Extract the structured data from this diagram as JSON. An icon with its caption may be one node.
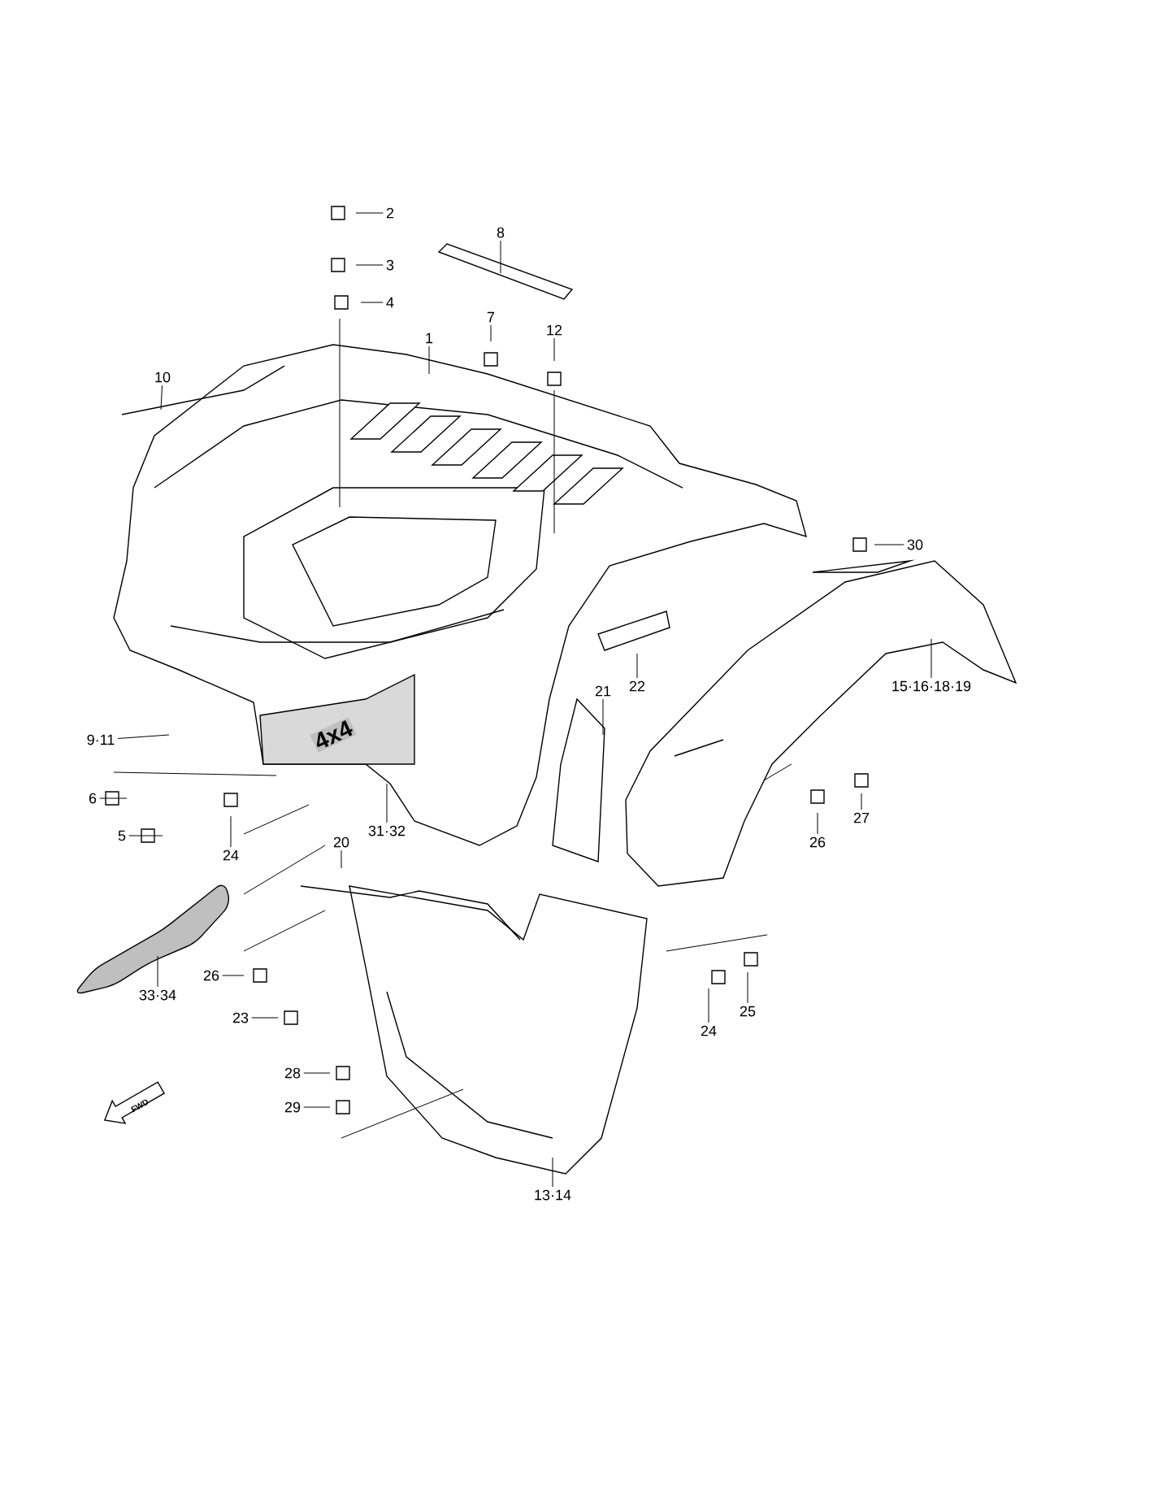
{
  "diagram": {
    "nodes": [
      {
        "text": [
          "2"
        ]
      },
      {
        "text": [
          "3"
        ]
      },
      {
        "text": [
          "4"
        ]
      },
      {
        "text": [
          "8"
        ]
      },
      {
        "text": [
          "7"
        ]
      },
      {
        "text": [
          "12"
        ]
      },
      {
        "text": [
          "1"
        ]
      },
      {
        "text": [
          "10"
        ]
      },
      {
        "text": [
          "30"
        ]
      },
      {
        "text": [
          "22"
        ]
      },
      {
        "text": [
          "21"
        ]
      },
      {
        "text": [
          "15·16·18·19"
        ]
      },
      {
        "text": [
          "9·11"
        ]
      },
      {
        "text": [
          "6"
        ]
      },
      {
        "text": [
          "5"
        ]
      },
      {
        "text": [
          "24"
        ]
      },
      {
        "text": [
          "31·32"
        ]
      },
      {
        "text": [
          "20"
        ]
      },
      {
        "text": [
          "26"
        ]
      },
      {
        "text": [
          "27"
        ]
      },
      {
        "text": [
          "33·34"
        ]
      },
      {
        "text": [
          "26"
        ]
      },
      {
        "text": [
          "23"
        ]
      },
      {
        "text": [
          "24"
        ]
      },
      {
        "text": [
          "25"
        ]
      },
      {
        "text": [
          "28"
        ]
      },
      {
        "text": [
          "29"
        ]
      },
      {
        "text": [
          "13·14"
        ]
      }
    ],
    "edges": [
      {
        "from": 0,
        "to": null,
        "arrow": "none"
      },
      {
        "from": 1,
        "to": null,
        "arrow": "none"
      },
      {
        "from": 2,
        "to": null,
        "arrow": "none"
      },
      {
        "from": 3,
        "to": null,
        "arrow": "none"
      },
      {
        "from": 4,
        "to": null,
        "arrow": "none"
      },
      {
        "from": 5,
        "to": null,
        "arrow": "none"
      },
      {
        "from": 6,
        "to": null,
        "arrow": "none"
      },
      {
        "from": 7,
        "to": null,
        "arrow": "none"
      },
      {
        "from": 8,
        "to": null,
        "arrow": "none"
      },
      {
        "from": 9,
        "to": null,
        "arrow": "none"
      },
      {
        "from": 10,
        "to": null,
        "arrow": "none"
      },
      {
        "from": 11,
        "to": null,
        "arrow": "none"
      },
      {
        "from": 12,
        "to": null,
        "arrow": "none"
      },
      {
        "from": 13,
        "to": null,
        "arrow": "none"
      },
      {
        "from": 14,
        "to": null,
        "arrow": "none"
      },
      {
        "from": 15,
        "to": null,
        "arrow": "none"
      },
      {
        "from": 16,
        "to": null,
        "arrow": "none"
      },
      {
        "from": 17,
        "to": null,
        "arrow": "none"
      },
      {
        "from": 18,
        "to": null,
        "arrow": "none"
      },
      {
        "from": 19,
        "to": null,
        "arrow": "none"
      },
      {
        "from": 20,
        "to": null,
        "arrow": "none"
      },
      {
        "from": 21,
        "to": null,
        "arrow": "none"
      },
      {
        "from": 22,
        "to": null,
        "arrow": "none"
      },
      {
        "from": 23,
        "to": null,
        "arrow": "none"
      },
      {
        "from": 24,
        "to": null,
        "arrow": "none"
      },
      {
        "from": 25,
        "to": null,
        "arrow": "none"
      },
      {
        "from": 26,
        "to": null,
        "arrow": "none"
      },
      {
        "from": 27,
        "to": null,
        "arrow": "none"
      }
    ],
    "labels": [
      "4x4",
      "FWD"
    ]
  }
}
